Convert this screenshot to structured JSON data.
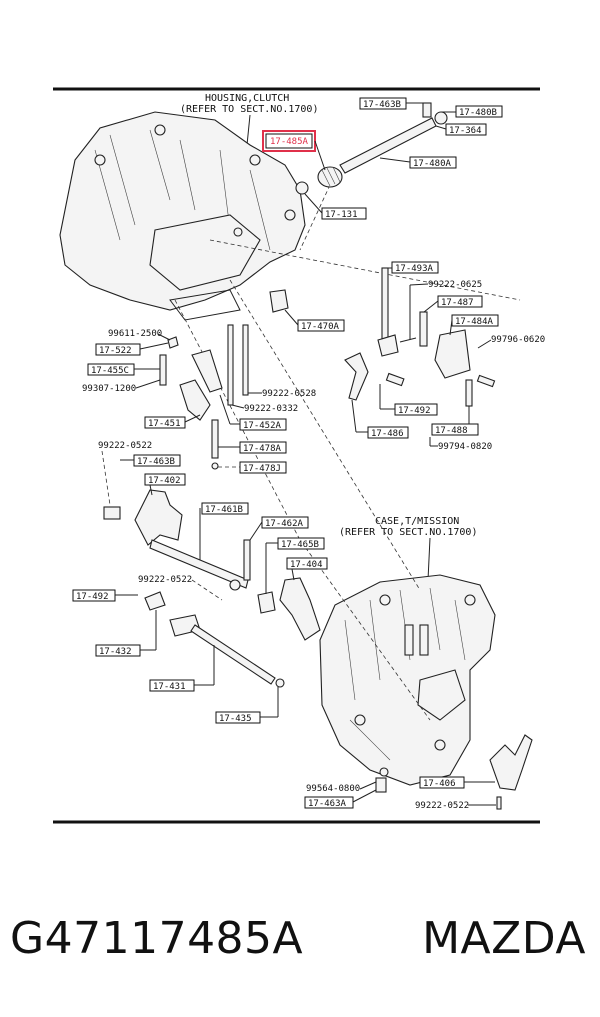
{
  "headers": {
    "housing_line1": "HOUSING,CLUTCH",
    "housing_line2": "(REFER TO SECT.NO.1700)",
    "case_line1": "CASE,T/MISSION",
    "case_line2": "(REFER TO SECT.NO.1700)"
  },
  "highlight_color": "#e0304a",
  "boxed_labels": [
    {
      "id": "b1",
      "text": "17-463B"
    },
    {
      "id": "b2",
      "text": "17-480B"
    },
    {
      "id": "b3",
      "text": "17-364"
    },
    {
      "id": "b4",
      "text": "17-485A"
    },
    {
      "id": "b5",
      "text": "17-480A"
    },
    {
      "id": "b6",
      "text": "17-131"
    },
    {
      "id": "b7",
      "text": "17-493A"
    },
    {
      "id": "b8",
      "text": "17-487"
    },
    {
      "id": "b9",
      "text": "17-484A"
    },
    {
      "id": "b10",
      "text": "17-470A"
    },
    {
      "id": "b11",
      "text": "17-522"
    },
    {
      "id": "b12",
      "text": "17-455C"
    },
    {
      "id": "b13",
      "text": "17-492"
    },
    {
      "id": "b14",
      "text": "17-488"
    },
    {
      "id": "b15",
      "text": "17-451"
    },
    {
      "id": "b16",
      "text": "17-452A"
    },
    {
      "id": "b17",
      "text": "17-486"
    },
    {
      "id": "b18",
      "text": "17-478A"
    },
    {
      "id": "b19",
      "text": "17-463B"
    },
    {
      "id": "b20",
      "text": "17-478J"
    },
    {
      "id": "b21",
      "text": "17-402"
    },
    {
      "id": "b22",
      "text": "17-461B"
    },
    {
      "id": "b23",
      "text": "17-462A"
    },
    {
      "id": "b24",
      "text": "17-465B"
    },
    {
      "id": "b25",
      "text": "17-404"
    },
    {
      "id": "b26",
      "text": "17-492"
    },
    {
      "id": "b27",
      "text": "17-432"
    },
    {
      "id": "b28",
      "text": "17-431"
    },
    {
      "id": "b29",
      "text": "17-435"
    },
    {
      "id": "b30",
      "text": "17-406"
    },
    {
      "id": "b31",
      "text": "17-463A"
    }
  ],
  "plain_labels": [
    {
      "id": "p1",
      "text": "99222-0625"
    },
    {
      "id": "p2",
      "text": "99796-0620"
    },
    {
      "id": "p3",
      "text": "99611-2500"
    },
    {
      "id": "p4",
      "text": "99307-1200"
    },
    {
      "id": "p5",
      "text": "99222-0528"
    },
    {
      "id": "p6",
      "text": "99222-0332"
    },
    {
      "id": "p7",
      "text": "99794-0820"
    },
    {
      "id": "p8",
      "text": "99222-0522"
    },
    {
      "id": "p9",
      "text": "99222-0522"
    },
    {
      "id": "p10",
      "text": "99564-0800"
    },
    {
      "id": "p11",
      "text": "99222-0522"
    }
  ],
  "footer": {
    "part_code": "G47117485A",
    "brand": "MAZDA"
  }
}
